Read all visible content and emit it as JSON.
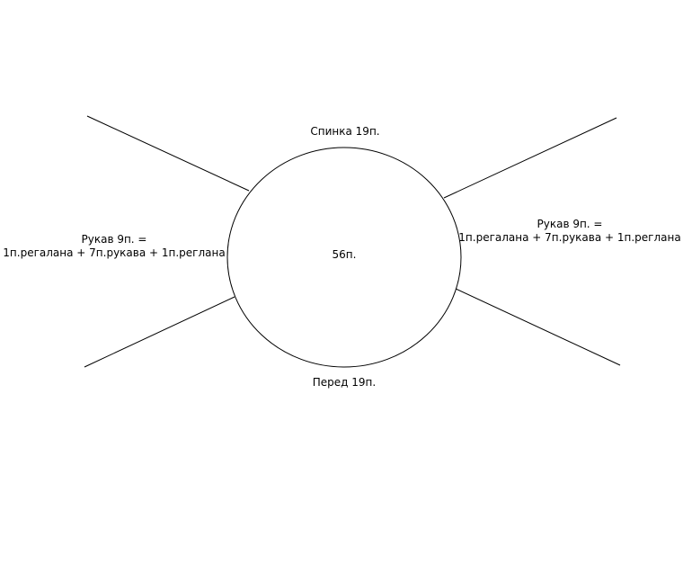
{
  "diagram": {
    "back_label": "Спинка 19п.",
    "front_label": "Перед 19п.",
    "center_label": "56п.",
    "left_sleeve": {
      "line1": "Рукав 9п. =",
      "line2": "1п.регалана + 7п.рукава + 1п.реглана"
    },
    "right_sleeve": {
      "line1": "Рукав 9п. =",
      "line2": "1п.регалана + 7п.рукава + 1п.реглана"
    }
  },
  "colors": {
    "stroke": "#000000",
    "background": "#ffffff"
  }
}
